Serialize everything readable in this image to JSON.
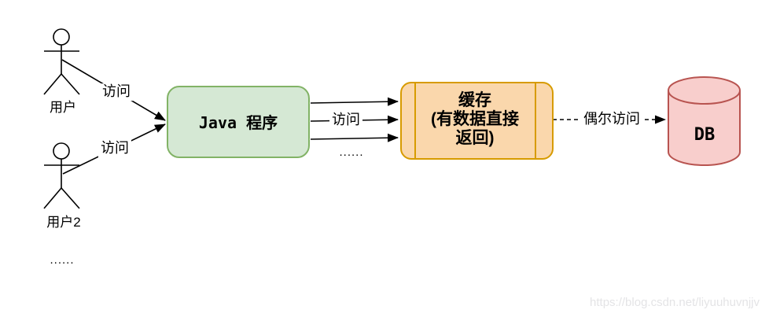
{
  "colors": {
    "line": "#000000",
    "java_fill": "#d5e8d4",
    "java_stroke": "#82b366",
    "cache_fill": "#fad7ac",
    "cache_stroke": "#d79b00",
    "db_fill": "#f8cecc",
    "db_stroke": "#b85450"
  },
  "diagram": {
    "actor1": {
      "label": "用户"
    },
    "actor2": {
      "label": "用户2"
    },
    "java": {
      "label": "Java 程序"
    },
    "cache": {
      "label": "缓存\n(有数据直接\n返回)"
    },
    "db": {
      "label": "DB"
    },
    "edge_user1_java": {
      "label": "访问"
    },
    "edge_user2_java": {
      "label": "访问"
    },
    "edge_java_cache": {
      "label": "访问"
    },
    "edge_cache_db": {
      "label": "偶尔访问"
    },
    "ellipsis_users": "......",
    "ellipsis_arrows": "......",
    "watermark": "https://blog.csdn.net/liyuuhuvnjjv"
  }
}
